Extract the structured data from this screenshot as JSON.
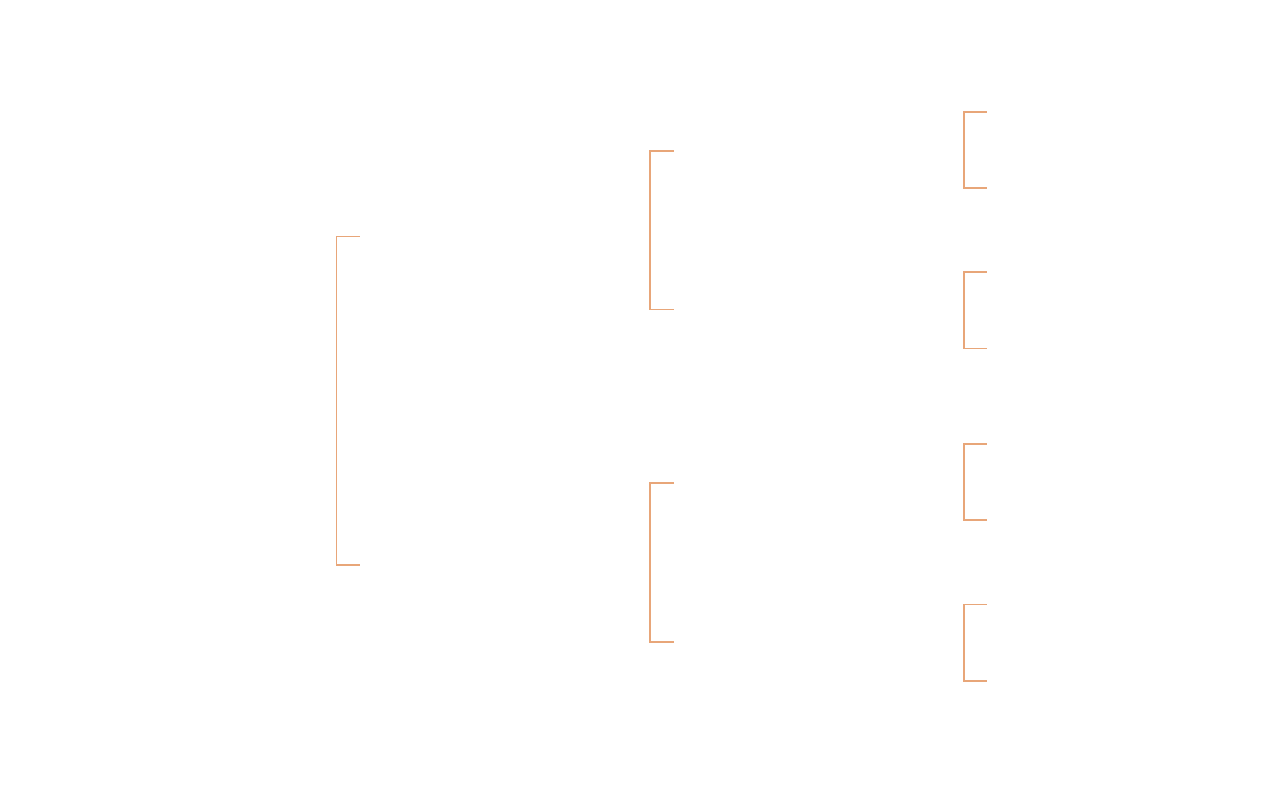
{
  "diagram": {
    "type": "bracket-tree",
    "levels": 3,
    "bracket_color": "#E8A679",
    "background_color": "#FFFFFF",
    "labels": [],
    "nodes": [
      {
        "id": "root",
        "level": 0,
        "children": [
          "a",
          "b"
        ]
      },
      {
        "id": "a",
        "level": 1,
        "children": [
          "a1",
          "a2"
        ]
      },
      {
        "id": "b",
        "level": 1,
        "children": [
          "b1",
          "b2"
        ]
      },
      {
        "id": "a1",
        "level": 2,
        "children": []
      },
      {
        "id": "a2",
        "level": 2,
        "children": []
      },
      {
        "id": "b1",
        "level": 2,
        "children": []
      },
      {
        "id": "b2",
        "level": 2,
        "children": []
      }
    ]
  }
}
